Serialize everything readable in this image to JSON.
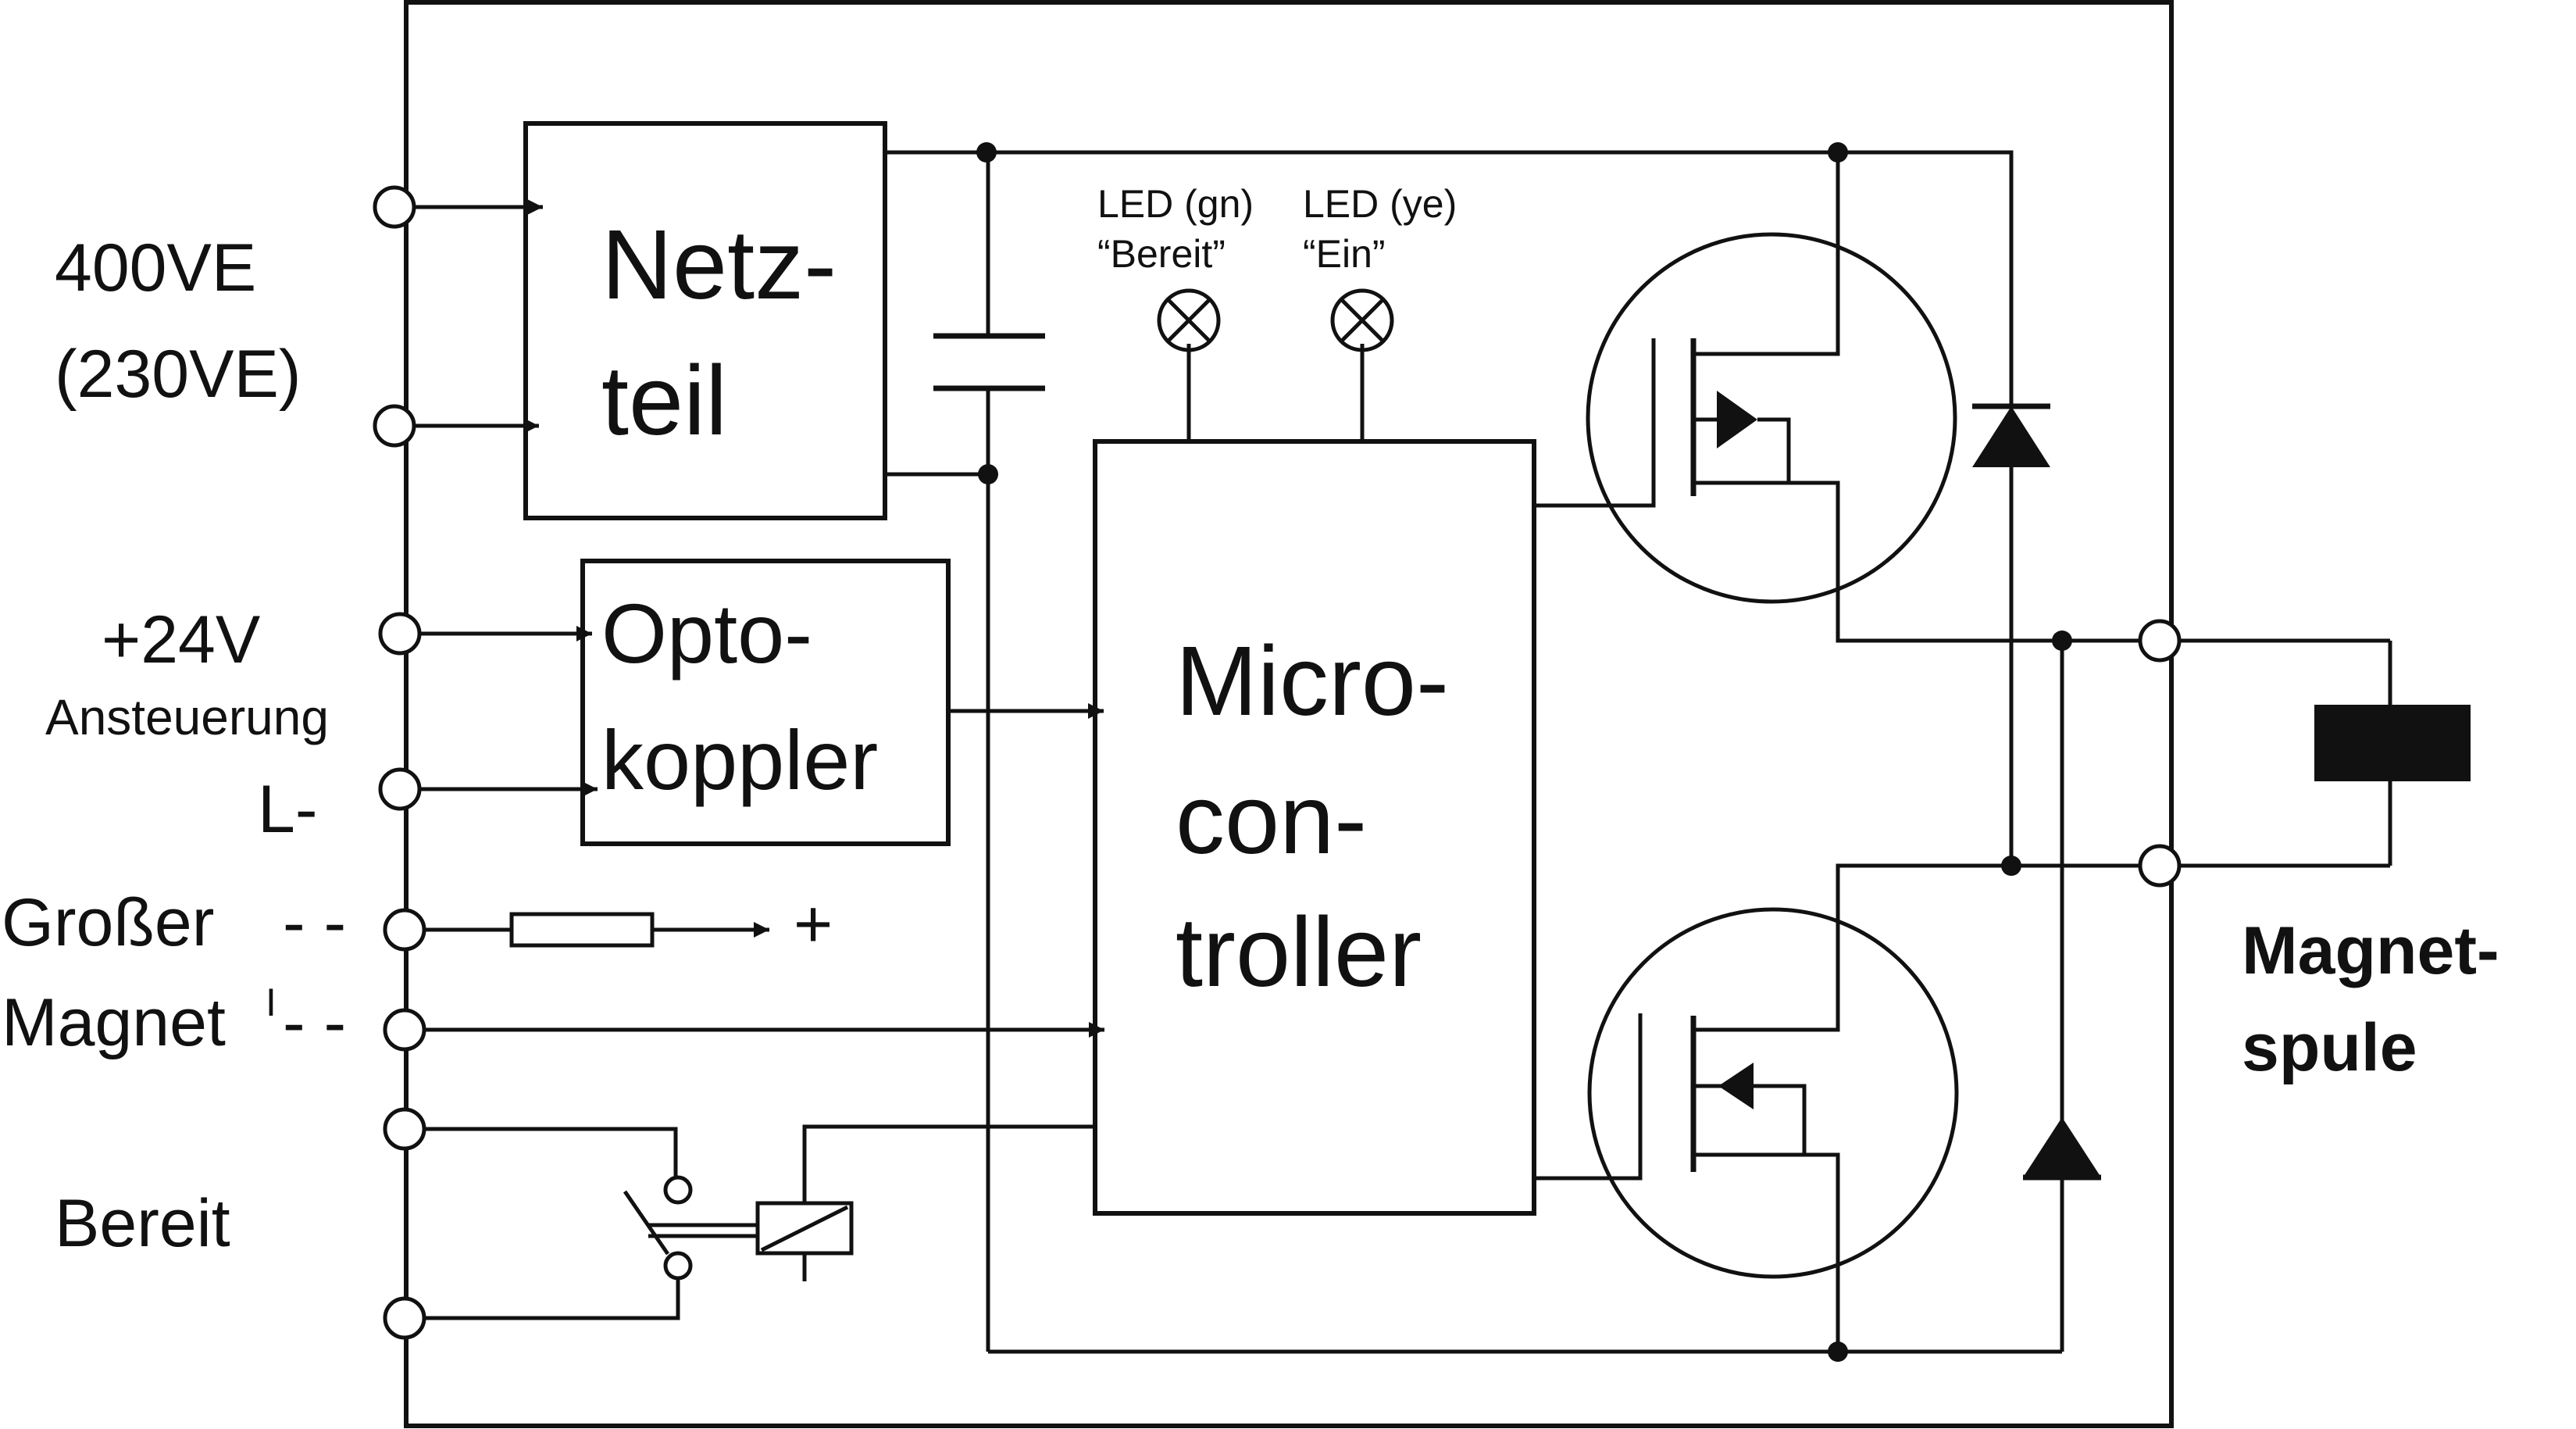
{
  "power_input": {
    "line1": "400VE",
    "line2": "(230VE)"
  },
  "power_supply": {
    "line1": "Netz-",
    "line2": "teil"
  },
  "control_input": {
    "line1": "+24V",
    "line2": "Ansteuerung",
    "line3": "L-"
  },
  "optocoupler": {
    "line1": "Opto-",
    "line2": "koppler"
  },
  "large_magnet": {
    "line1": "Großer",
    "line2": "Magnet",
    "mark": "I",
    "dash1": "- -",
    "dash2": "- -",
    "plus": "+"
  },
  "ready_output": {
    "label": "Bereit"
  },
  "led_green": {
    "line1": "LED (gn)",
    "line2": "“Bereit”"
  },
  "led_yellow": {
    "line1": "LED (ye)",
    "line2": "“Ein”"
  },
  "microcontroller": {
    "line1": "Micro-",
    "line2": "con-",
    "line3": "troller"
  },
  "coil": {
    "line1": "Magnet-",
    "line2": "spule"
  }
}
